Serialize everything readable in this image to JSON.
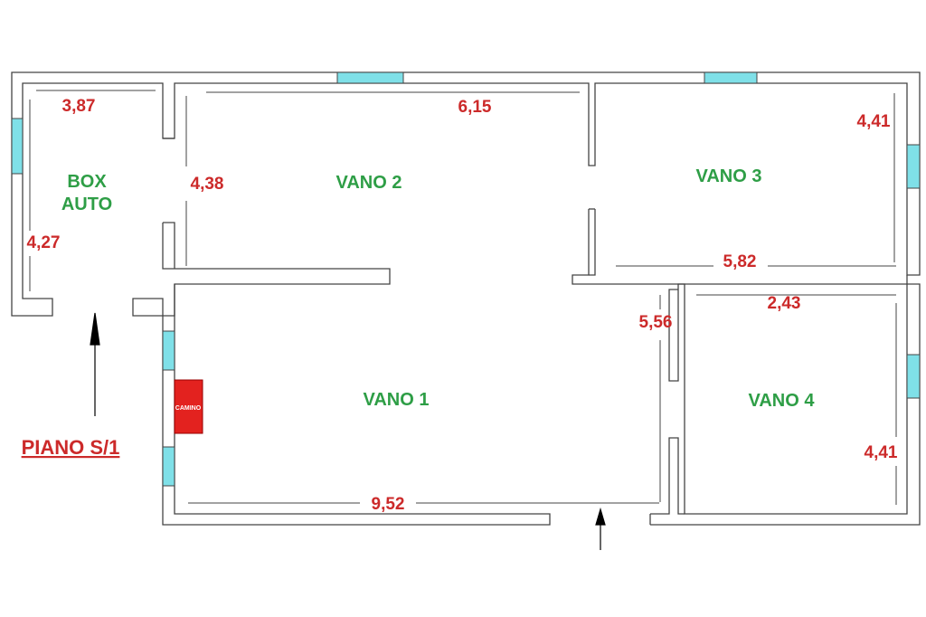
{
  "plan": {
    "title": "PIANO S/1",
    "rooms": {
      "box_auto_line1": "BOX",
      "box_auto_line2": "AUTO",
      "vano1": "VANO 1",
      "vano2": "VANO 2",
      "vano3": "VANO 3",
      "vano4": "VANO 4"
    },
    "dimensions": {
      "box_width": "3,87",
      "box_depth": "4,27",
      "vano2_depth": "4,38",
      "vano2_width": "6,15",
      "vano3_depth": "4,41",
      "vano3_width": "5,82",
      "vano4_width": "2,43",
      "vano4_depth": "4,41",
      "vano1_depth": "5,56",
      "vano1_width": "9,52"
    },
    "fireplace_label": "CAMINO",
    "colors": {
      "wall": "#444444",
      "window": "#7fe0e8",
      "room_label": "#2e9e46",
      "dimension": "#cc2a2a",
      "fireplace": "#e3221f"
    }
  }
}
